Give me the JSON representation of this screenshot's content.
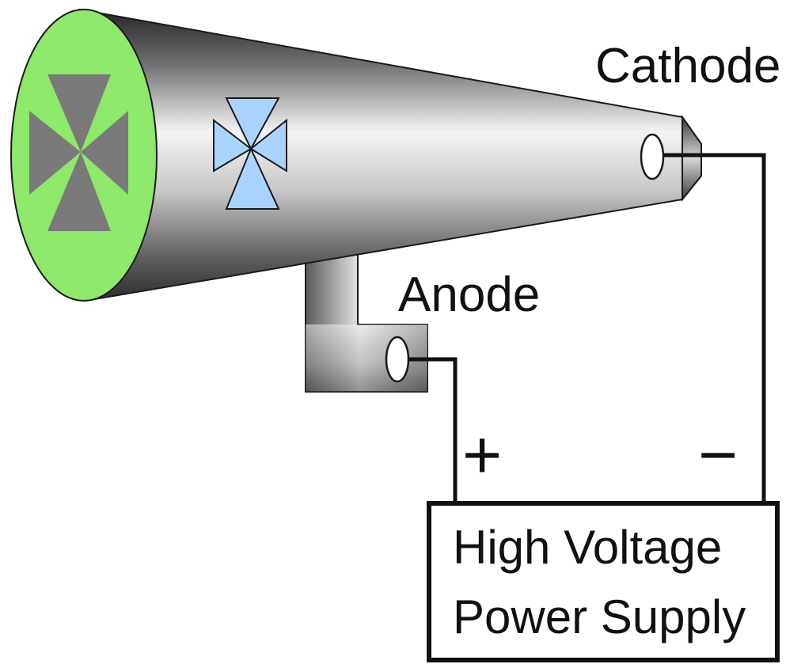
{
  "labels": {
    "cathode": "Cathode",
    "anode": "Anode",
    "plus": "+",
    "minus": "−",
    "power_supply_line1": "High Voltage",
    "power_supply_line2": "Power Supply"
  },
  "colors": {
    "screen": "#8ee86a",
    "maltese_cross_shadow": "#7a7a7a",
    "maltese_cross": "#a8d4ff",
    "tube_dark": "#2e2e2e",
    "tube_light": "#f4f4f4",
    "wire": "#111111"
  },
  "icons": {
    "shadow": "maltese-cross-shadow-icon",
    "cross": "maltese-cross-icon"
  }
}
